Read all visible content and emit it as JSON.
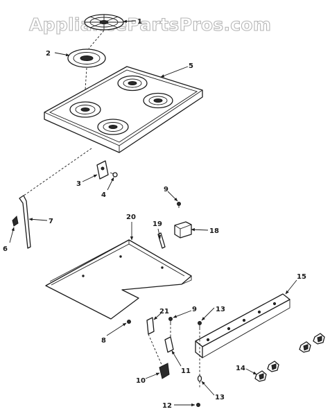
{
  "watermark": "AppliancePartsPros.com",
  "callouts": [
    {
      "id": "c1",
      "label": "1"
    },
    {
      "id": "c2",
      "label": "2"
    },
    {
      "id": "c3",
      "label": "3"
    },
    {
      "id": "c4",
      "label": "4"
    },
    {
      "id": "c5",
      "label": "5"
    },
    {
      "id": "c6",
      "label": "6"
    },
    {
      "id": "c7",
      "label": "7"
    },
    {
      "id": "c9a",
      "label": "9"
    },
    {
      "id": "c18",
      "label": "18"
    },
    {
      "id": "c19",
      "label": "19"
    },
    {
      "id": "c20",
      "label": "20"
    },
    {
      "id": "c15",
      "label": "15"
    },
    {
      "id": "c21",
      "label": "21"
    },
    {
      "id": "c9b",
      "label": "9"
    },
    {
      "id": "c13a",
      "label": "13"
    },
    {
      "id": "c8",
      "label": "8"
    },
    {
      "id": "c11",
      "label": "11"
    },
    {
      "id": "c10",
      "label": "10"
    },
    {
      "id": "c14",
      "label": "14"
    },
    {
      "id": "c13b",
      "label": "13"
    },
    {
      "id": "c12",
      "label": "12"
    }
  ]
}
